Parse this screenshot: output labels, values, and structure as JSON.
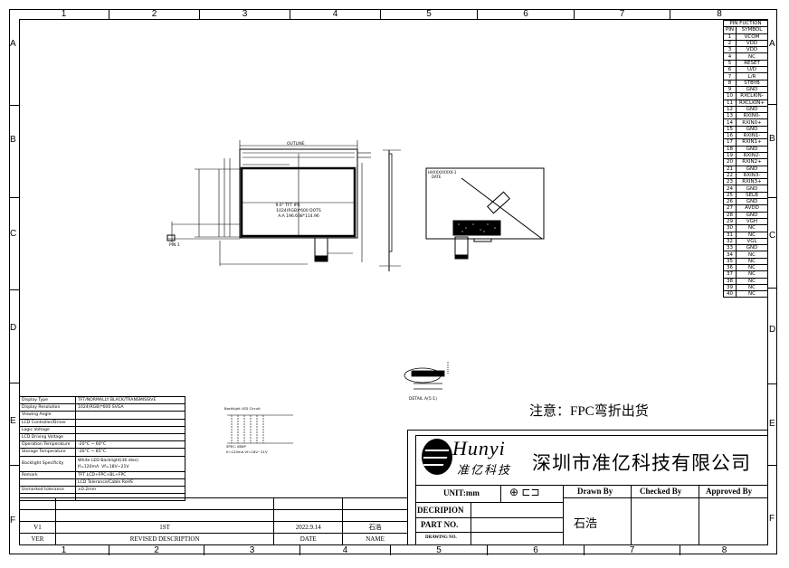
{
  "frame": {
    "zones_top": [
      "1",
      "2",
      "3",
      "4",
      "5",
      "6",
      "7",
      "8"
    ],
    "zones_bottom": [
      "1",
      "2",
      "3",
      "4",
      "5",
      "6",
      "7",
      "8"
    ],
    "zones_side": [
      "A",
      "B",
      "C",
      "D",
      "E",
      "F"
    ]
  },
  "pin_table": {
    "title": "PIN FUCTION",
    "header": [
      "PIN",
      "SYMBOL"
    ],
    "rows": [
      [
        "1",
        "VCOM"
      ],
      [
        "2",
        "VDD"
      ],
      [
        "3",
        "VDD"
      ],
      [
        "4",
        "NC"
      ],
      [
        "5",
        "RESET"
      ],
      [
        "6",
        "U/D"
      ],
      [
        "7",
        "L/R"
      ],
      [
        "8",
        "STBYB"
      ],
      [
        "9",
        "GND"
      ],
      [
        "10",
        "RXCLKIN-"
      ],
      [
        "11",
        "RXCLKIN+"
      ],
      [
        "12",
        "GND"
      ],
      [
        "13",
        "RXIN0-"
      ],
      [
        "14",
        "RXIN0+"
      ],
      [
        "15",
        "GND"
      ],
      [
        "16",
        "RXIN1-"
      ],
      [
        "17",
        "RXIN1+"
      ],
      [
        "18",
        "GND"
      ],
      [
        "19",
        "RXIN2-"
      ],
      [
        "20",
        "RXIN2+"
      ],
      [
        "21",
        "GND"
      ],
      [
        "22",
        "RXIN3-"
      ],
      [
        "23",
        "RXIN3+"
      ],
      [
        "24",
        "GND"
      ],
      [
        "25",
        "SELB"
      ],
      [
        "26",
        "GND"
      ],
      [
        "27",
        "AVDD"
      ],
      [
        "28",
        "GND"
      ],
      [
        "29",
        "VGH"
      ],
      [
        "30",
        "NC"
      ],
      [
        "31",
        "NC"
      ],
      [
        "32",
        "VGL"
      ],
      [
        "33",
        "GND"
      ],
      [
        "34",
        "NC"
      ],
      [
        "35",
        "NC"
      ],
      [
        "36",
        "NC"
      ],
      [
        "37",
        "NC"
      ],
      [
        "38",
        "NC"
      ],
      [
        "39",
        "NC"
      ],
      [
        "40",
        "NC"
      ]
    ]
  },
  "spec_table": {
    "rows": [
      [
        "Display Type",
        "TFT/NORMALLY BLACK/TRANSMISSIVE"
      ],
      [
        "Display Resolution",
        "1024(RGB)*600 SVGA"
      ],
      [
        "Viewing Angle",
        ""
      ],
      [
        "LCD Controller/Driver",
        ""
      ],
      [
        "Logic Voltage",
        ""
      ],
      [
        "LCD Driving Voltage",
        ""
      ],
      [
        "Operation Temperature",
        "-20°C ~ 60°C"
      ],
      [
        "Storage Temperature",
        "-30°C ~ 85°C"
      ],
      [
        "Backlight Specificity",
        "White LED Backlight(36 dies)\nIf=120mA  Vf=18V~21V"
      ],
      [
        "Remark",
        "TFT LCD+FPC+BL+FPC"
      ],
      [
        "",
        "LCD Tolerance/Cable RoHS"
      ],
      [
        "Unmarked tolerance",
        "±0.2mm"
      ],
      [
        "",
        ""
      ]
    ]
  },
  "drawings": {
    "front_view": {
      "outline_label": "OUTLINE",
      "panel_text_1": "9.0\" TFT IPS",
      "panel_text_2": "1024(RGB)*600 DOTS",
      "panel_text_3": "A.A 196.608*114.96",
      "fpc_label": "PIN 1"
    },
    "back_view": {
      "label_1": "HXXXXXXXXX-1",
      "label_2": "DATE"
    },
    "detail_label": "DETAIL A(5:1)",
    "backlight": {
      "title": "Backlight LED Circuit",
      "note_1": "SPEC: 6S6P",
      "note_2": "If=120mA  Vf=18V~21V"
    }
  },
  "note": "注意：FPC弯折出货",
  "title_block": {
    "brand": "Hunyi",
    "brand_cn": "准亿科技",
    "company": "深圳市准亿科技有限公司",
    "unit_label": "UNIT:mm",
    "drawn_by_label": "Drawn By",
    "checked_by_label": "Checked By",
    "approved_by_label": "Approved By",
    "drawn_by_value": "石浩",
    "description_label": "DECRIPION",
    "part_no_label": "PART NO.",
    "drawing_no_label": "DRAWING NO."
  },
  "revision": {
    "rows": [
      {
        "ver": "",
        "desc": "",
        "date": "",
        "name": ""
      },
      {
        "ver": "",
        "desc": "",
        "date": "",
        "name": ""
      },
      {
        "ver": "V1",
        "desc": "1ST",
        "date": "2022.9.14",
        "name": "石浩"
      }
    ],
    "header": {
      "ver": "VER",
      "desc": "REVISED DESCRIPTION",
      "date": "DATE",
      "name": "NAME"
    }
  }
}
